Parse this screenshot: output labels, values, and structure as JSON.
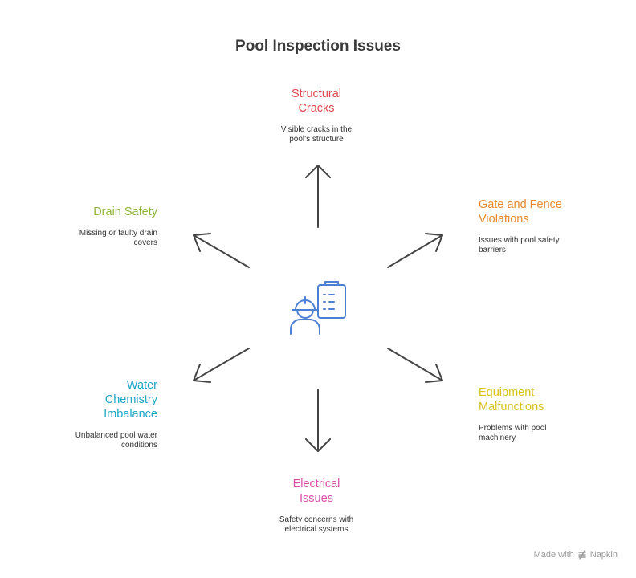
{
  "title": "Pool Inspection Issues",
  "center_icon": "inspector-clipboard-icon",
  "nodes": {
    "structural": {
      "title_line1": "Structural",
      "title_line2": "Cracks",
      "desc_line1": "Visible cracks in the",
      "desc_line2": "pool's structure",
      "color": "#e0474c"
    },
    "gate": {
      "title_line1": "Gate and Fence",
      "title_line2": "Violations",
      "desc_line1": "Issues with pool safety",
      "desc_line2": "barriers",
      "color": "#e88a2e"
    },
    "equipment": {
      "title_line1": "Equipment",
      "title_line2": "Malfunctions",
      "desc_line1": "Problems with pool",
      "desc_line2": "machinery",
      "color": "#d9c21a"
    },
    "electrical": {
      "title_line1": "Electrical",
      "title_line2": "Issues",
      "desc_line1": "Safety concerns with",
      "desc_line2": "electrical systems",
      "color": "#d94fa8"
    },
    "water": {
      "title_line1": "Water",
      "title_line2": "Chemistry",
      "title_line3": "Imbalance",
      "desc_line1": "Unbalanced pool water",
      "desc_line2": "conditions",
      "color": "#1ea6c9"
    },
    "drain": {
      "title_line1": "Drain Safety",
      "desc_line1": "Missing or faulty drain",
      "desc_line2": "covers",
      "color": "#8db53a"
    }
  },
  "footer": {
    "made_with": "Made with",
    "brand": "Napkin"
  }
}
